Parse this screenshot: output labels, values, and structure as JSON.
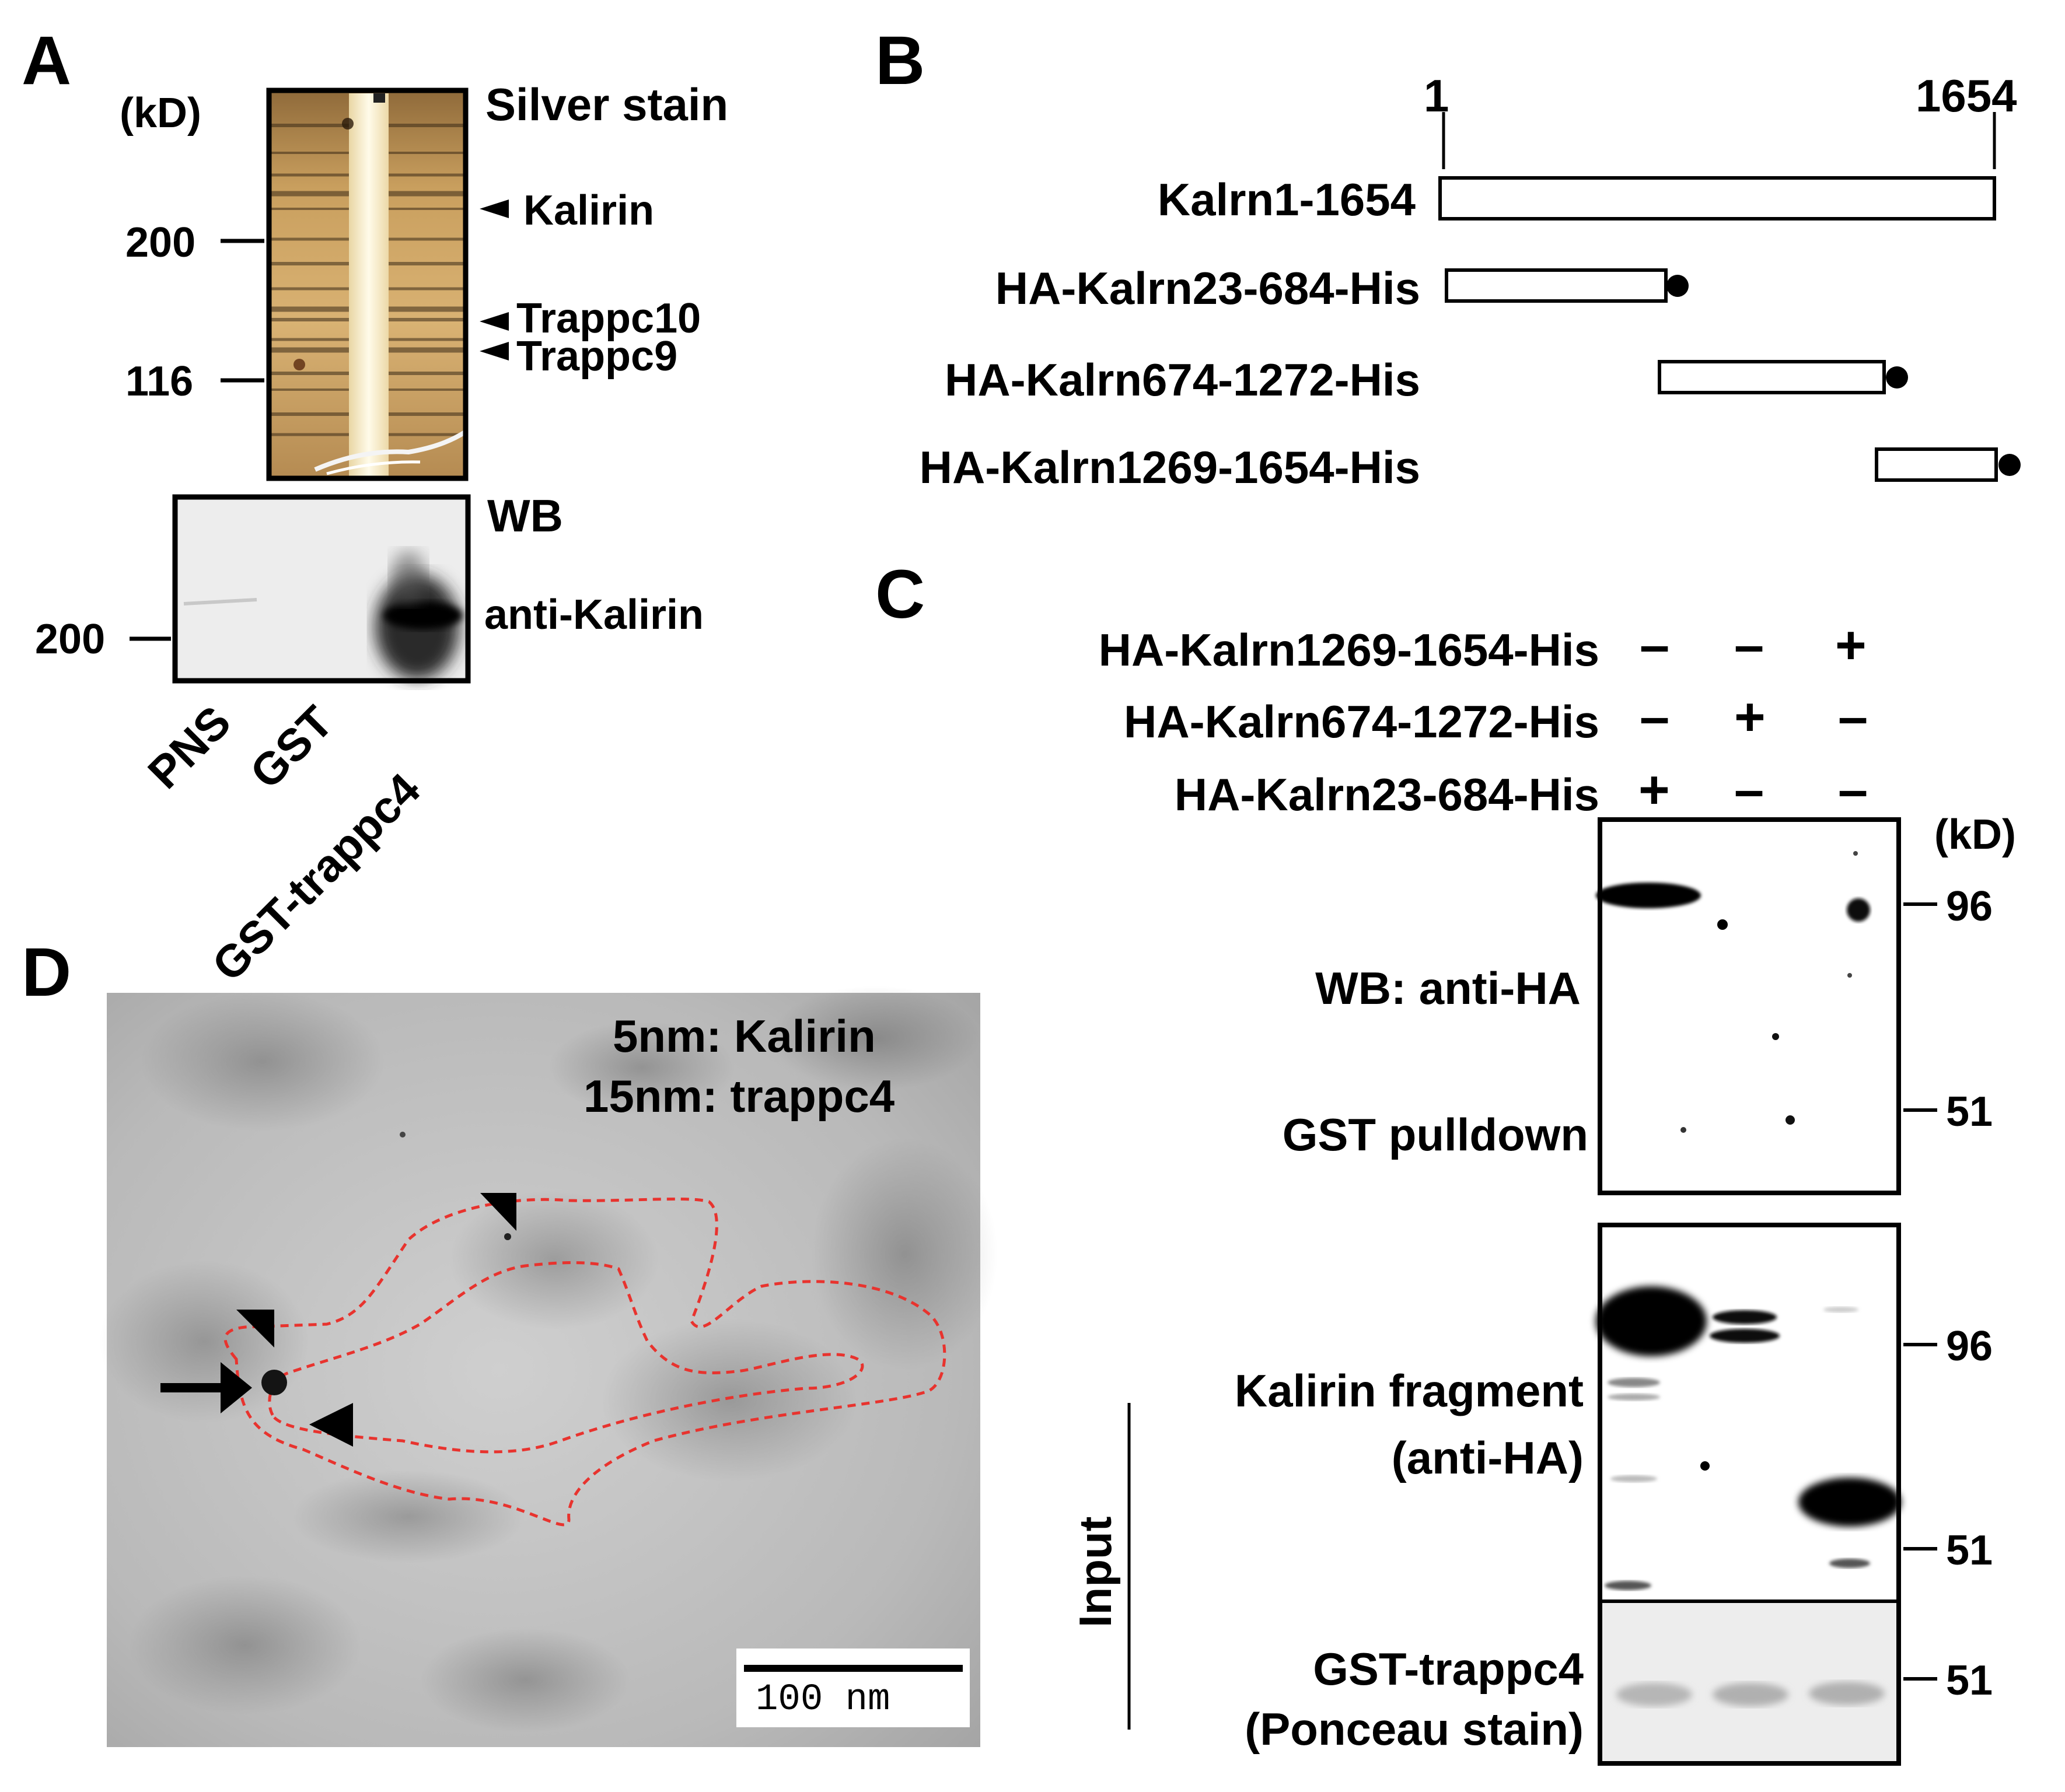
{
  "panels": {
    "A": {
      "letter": "A",
      "kd_unit": "(kD)",
      "silver_title": "Silver stain",
      "arrow_labels": [
        "Kalirin",
        "Trappc10",
        "Trappc9"
      ],
      "markers_silver": [
        "200",
        "116"
      ],
      "wb_title": "WB",
      "wb_antibody": "anti-Kalirin",
      "marker_wb": "200",
      "lanes": [
        "PNS",
        "GST",
        "GST-trappc4"
      ]
    },
    "B": {
      "letter": "B",
      "scale_start": "1",
      "scale_end": "1654",
      "constructs": [
        "Kalrn1-1654",
        "HA-Kalrn23-684-His",
        "HA-Kalrn674-1272-His",
        "HA-Kalrn1269-1654-His"
      ]
    },
    "C": {
      "letter": "C",
      "conditions": [
        {
          "name": "HA-Kalrn1269-1654-His",
          "signs": [
            "–",
            "–",
            "+"
          ]
        },
        {
          "name": "HA-Kalrn674-1272-His",
          "signs": [
            "–",
            "+",
            "–"
          ]
        },
        {
          "name": "HA-Kalrn23-684-His",
          "signs": [
            "+",
            "–",
            "–"
          ]
        }
      ],
      "kd_unit": "(kD)",
      "blot1_label_1": "WB: anti-HA",
      "blot1_label_2": "GST pulldown",
      "blot1_markers": [
        "96",
        "51"
      ],
      "blot2_label_1": "Kalirin fragment",
      "blot2_label_2": "(anti-HA)",
      "blot2_markers": [
        "96",
        "51"
      ],
      "input_label": "Input",
      "blot3_label_1": "GST-trappc4",
      "blot3_label_2": "(Ponceau stain)",
      "blot3_marker": "51"
    },
    "D": {
      "letter": "D",
      "legend_1": "5nm: Kalirin",
      "legend_2": "15nm: trappc4",
      "scalebar": "100 nm"
    }
  },
  "colors": {
    "outline_dashes": "#e8332e",
    "silver_gel_base": "#c79a5a",
    "em_background": "#bcbcbc"
  }
}
